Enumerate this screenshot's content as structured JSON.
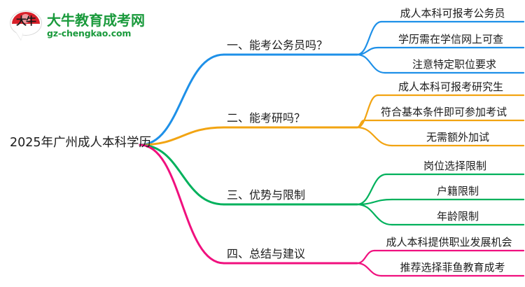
{
  "logo": {
    "mark_text": "大牛",
    "brand": "大牛教育成考网",
    "url": "gz-chengkao.com",
    "brand_color": "#1a9a3c",
    "mark_color": "#d8202a"
  },
  "mindmap": {
    "root": {
      "label": "2025年广州成人本科学历"
    },
    "branches": [
      {
        "id": "branch-1",
        "label": "一、能考公务员吗？",
        "color": "#1e90e8",
        "leaves": [
          {
            "label": "成人本科可报考公务员"
          },
          {
            "label": "学历需在学信网上可查"
          },
          {
            "label": "注意特定职位要求"
          }
        ]
      },
      {
        "id": "branch-2",
        "label": "二、能考研吗？",
        "color": "#f2a412",
        "leaves": [
          {
            "label": "成人本科可报考研究生"
          },
          {
            "label": "符合基本条件即可参加考试"
          },
          {
            "label": "无需额外加试"
          }
        ]
      },
      {
        "id": "branch-3",
        "label": "三、优势与限制",
        "color": "#00b15c",
        "leaves": [
          {
            "label": "岗位选择限制"
          },
          {
            "label": "户籍限制"
          },
          {
            "label": "年龄限制"
          }
        ]
      },
      {
        "id": "branch-4",
        "label": "四、总结与建议",
        "color": "#f0107e",
        "leaves": [
          {
            "label": "成人本科提供职业发展机会"
          },
          {
            "label": "推荐选择菲鱼教育成考"
          }
        ]
      }
    ]
  }
}
